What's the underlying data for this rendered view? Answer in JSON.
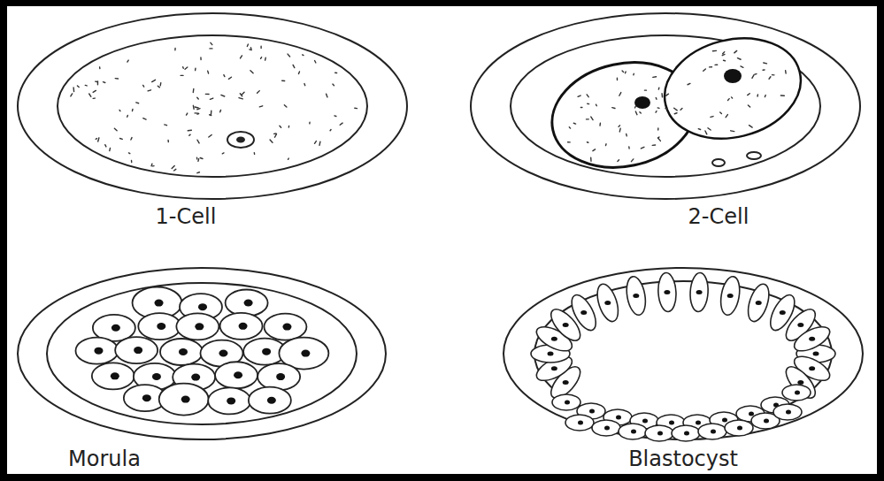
{
  "diagram": {
    "labels": [
      "1-Cell",
      "2-Cell",
      "Morula",
      "Blastocyst"
    ]
  }
}
